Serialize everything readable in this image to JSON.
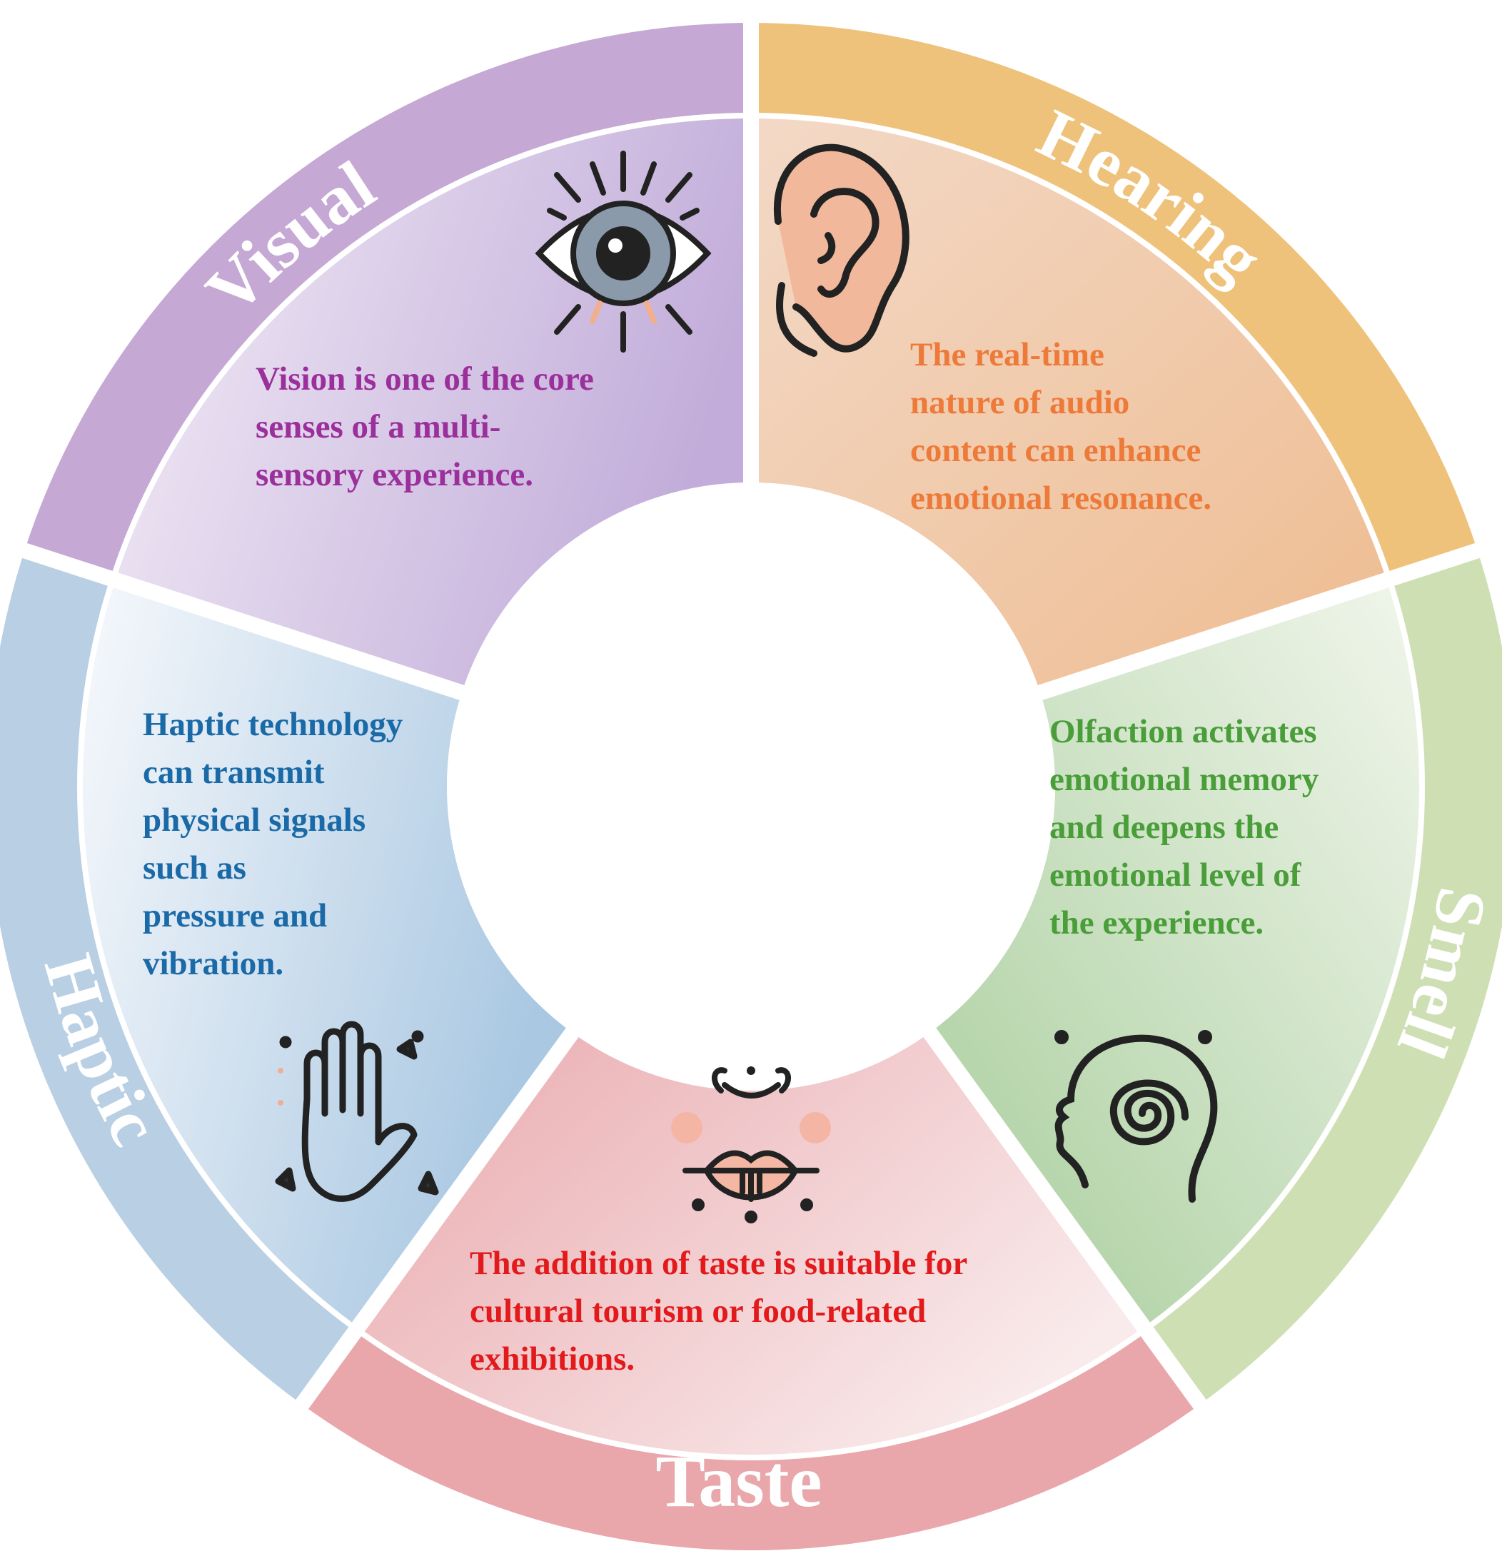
{
  "segments": [
    {
      "id": "visual",
      "label": "Visual",
      "description": [
        "Vision is one of the core",
        "senses of a multi-",
        "sensory experience."
      ],
      "icon": "eye-icon",
      "ring_color": "#c5a8d3",
      "inner_color": "#cbb7dd",
      "text_color": "#9b2f9b"
    },
    {
      "id": "hearing",
      "label": "Hearing",
      "description": [
        "The real-time",
        "nature of audio",
        "content can enhance",
        "emotional resonance."
      ],
      "icon": "ear-icon",
      "ring_color": "#eec27a",
      "inner_color": "#f0c9a8",
      "text_color": "#ee7a3a"
    },
    {
      "id": "smell",
      "label": "Smell",
      "description": [
        "Olfaction activates",
        "emotional memory",
        "and deepens the",
        "emotional level of",
        "the experience."
      ],
      "icon": "head-spiral-icon",
      "ring_color": "#cfdfb4",
      "inner_color": "#b2d3a9",
      "text_color": "#4a9e3a"
    },
    {
      "id": "taste",
      "label": "Taste",
      "description": [
        "The addition of taste is suitable for",
        "cultural tourism or food-related",
        "exhibitions."
      ],
      "icon": "lips-icon",
      "ring_color": "#e9a7ab",
      "inner_color": "#eebfc2",
      "text_color": "#e31a1c"
    },
    {
      "id": "haptic",
      "label": "Haptic",
      "description": [
        "Haptic technology",
        "can transmit",
        "physical signals",
        "such as",
        "pressure and",
        "vibration."
      ],
      "icon": "hand-icon",
      "ring_color": "#b9cfe3",
      "inner_color": "#c3d8ea",
      "text_color": "#1a6aa8"
    }
  ]
}
